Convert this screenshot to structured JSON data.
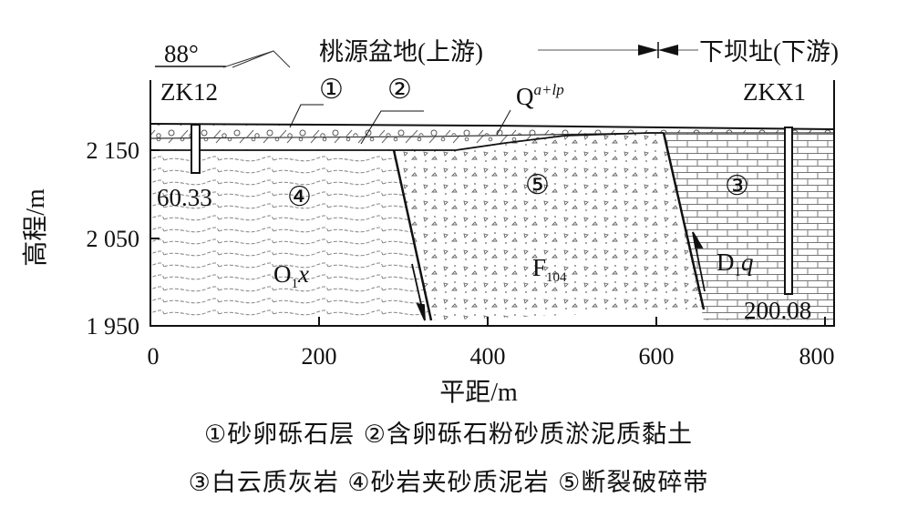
{
  "header": {
    "dip": "88°",
    "upstream": "桃源盆地(上游)",
    "downstream": "下坝址(下游)"
  },
  "boreholes": [
    {
      "name": "ZK12",
      "depth": "60.33"
    },
    {
      "name": "ZKX1",
      "depth": "200.08"
    }
  ],
  "layer_markers": [
    "①",
    "②",
    "③",
    "④",
    "⑤"
  ],
  "quaternary": {
    "base": "Q",
    "sup": "a+lp"
  },
  "units": {
    "o1x": {
      "base": "O",
      "sub": "1",
      "tail": "x"
    },
    "fault": {
      "base": "F",
      "sub": "104"
    },
    "d1q": {
      "base": "D",
      "sub": "1",
      "tail": "q"
    }
  },
  "axes": {
    "y_label": "高程/m",
    "x_label": "平距/m",
    "y_ticks": [
      "2 150",
      "2 050",
      "1 950"
    ],
    "x_ticks": [
      "0",
      "200",
      "400",
      "600",
      "800"
    ]
  },
  "legend": {
    "line1": "①砂卵砾石层 ②含卵砾石粉砂质淤泥质黏土",
    "line2": "③白云质灰岩 ④砂岩夹砂质泥岩 ⑤断裂破碎带"
  }
}
